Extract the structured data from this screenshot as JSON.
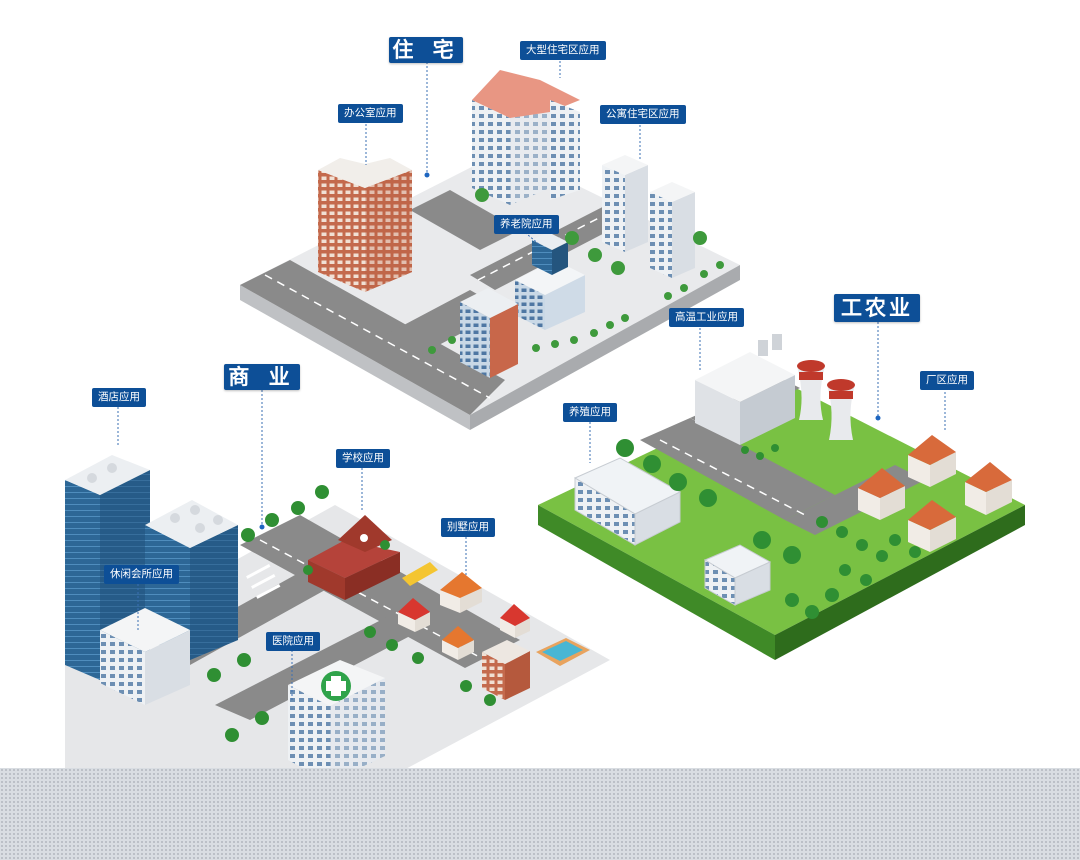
{
  "sections": {
    "residential": "住 宅",
    "commercial": "商 业",
    "industrial": "工农业"
  },
  "labels": {
    "large_residential": "大型住宅区应用",
    "office": "办公室应用",
    "apartment": "公寓住宅区应用",
    "nursing_home": "养老院应用",
    "high_temp_industry": "高温工业应用",
    "factory_area": "厂区应用",
    "breeding": "养殖应用",
    "hotel": "酒店应用",
    "school": "学校应用",
    "villa": "别墅应用",
    "clubhouse": "休闲会所应用",
    "hospital": "医院应用"
  },
  "colors": {
    "label_bg": "#0d4f97",
    "road": "#8c8c8c",
    "grass": "#77c043",
    "building_brick": "#c8674a",
    "glass": "#2f6b9a"
  }
}
